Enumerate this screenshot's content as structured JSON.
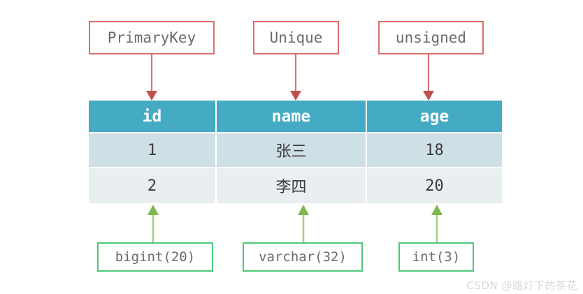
{
  "diagram": {
    "title": "Database table column annotation diagram",
    "colors": {
      "header_bg": "#45abc4",
      "row_odd_bg": "#cfdfe6",
      "row_even_bg": "#e9eff1",
      "constraint_border": "#d9706e",
      "type_border": "#4cc97a",
      "annotation_text": "#6b6b6b"
    }
  },
  "constraints": [
    {
      "label": "PrimaryKey",
      "target_column": "id"
    },
    {
      "label": "Unique",
      "target_column": "name"
    },
    {
      "label": "unsigned",
      "target_column": "age"
    }
  ],
  "table": {
    "columns": [
      "id",
      "name",
      "age"
    ],
    "rows": [
      {
        "id": "1",
        "name": "张三",
        "age": "18"
      },
      {
        "id": "2",
        "name": "李四",
        "age": "20"
      }
    ]
  },
  "datatypes": [
    {
      "label": "bigint(20)",
      "target_column": "id"
    },
    {
      "label": "varchar(32)",
      "target_column": "name"
    },
    {
      "label": "int(3)",
      "target_column": "age"
    }
  ],
  "watermark": {
    "text": "CSDN @路灯下的茶花"
  }
}
